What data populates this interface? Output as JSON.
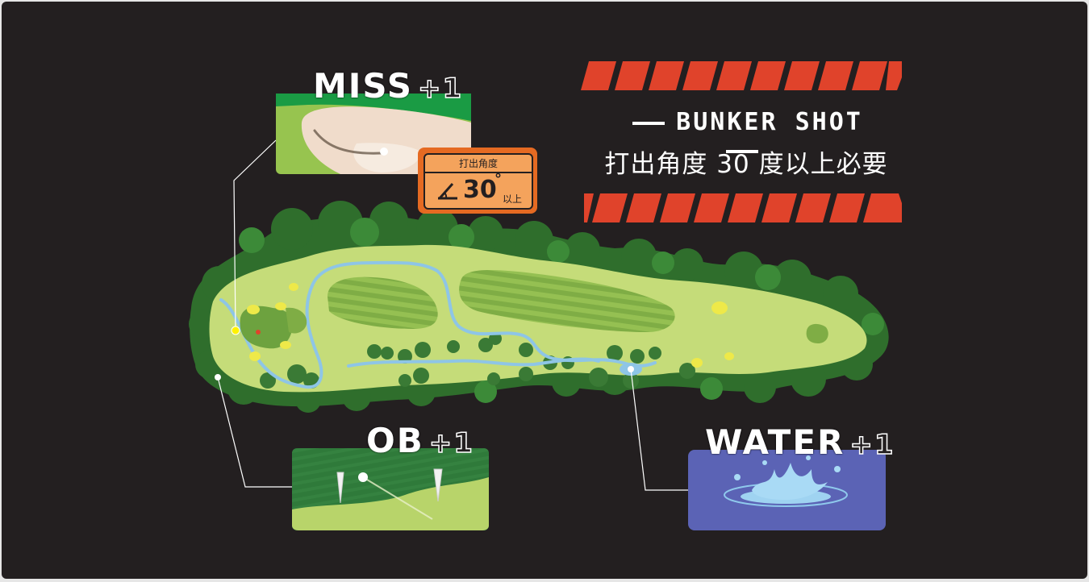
{
  "banner": {
    "title": "BUNKER SHOT",
    "subtitle": "打出角度 30 度以上必要"
  },
  "angle_card": {
    "label": "打出角度",
    "value": "30",
    "degree": "°",
    "suffix": "以上"
  },
  "penalties": {
    "miss": {
      "label": "MISS",
      "penalty": "+1"
    },
    "ob": {
      "label": "OB",
      "penalty": "+1"
    },
    "water": {
      "label": "WATER",
      "penalty": "+1"
    }
  },
  "colors": {
    "background": "#231f20",
    "stripe_red": "#e0432b",
    "fairway": "#c5dc79",
    "rough_dark": "#3a7a35",
    "water": "#8ec5e6",
    "water_panel": "#5b63b5",
    "ob_panel": "#2f7a3a",
    "angle_orange": "#e56a22"
  }
}
